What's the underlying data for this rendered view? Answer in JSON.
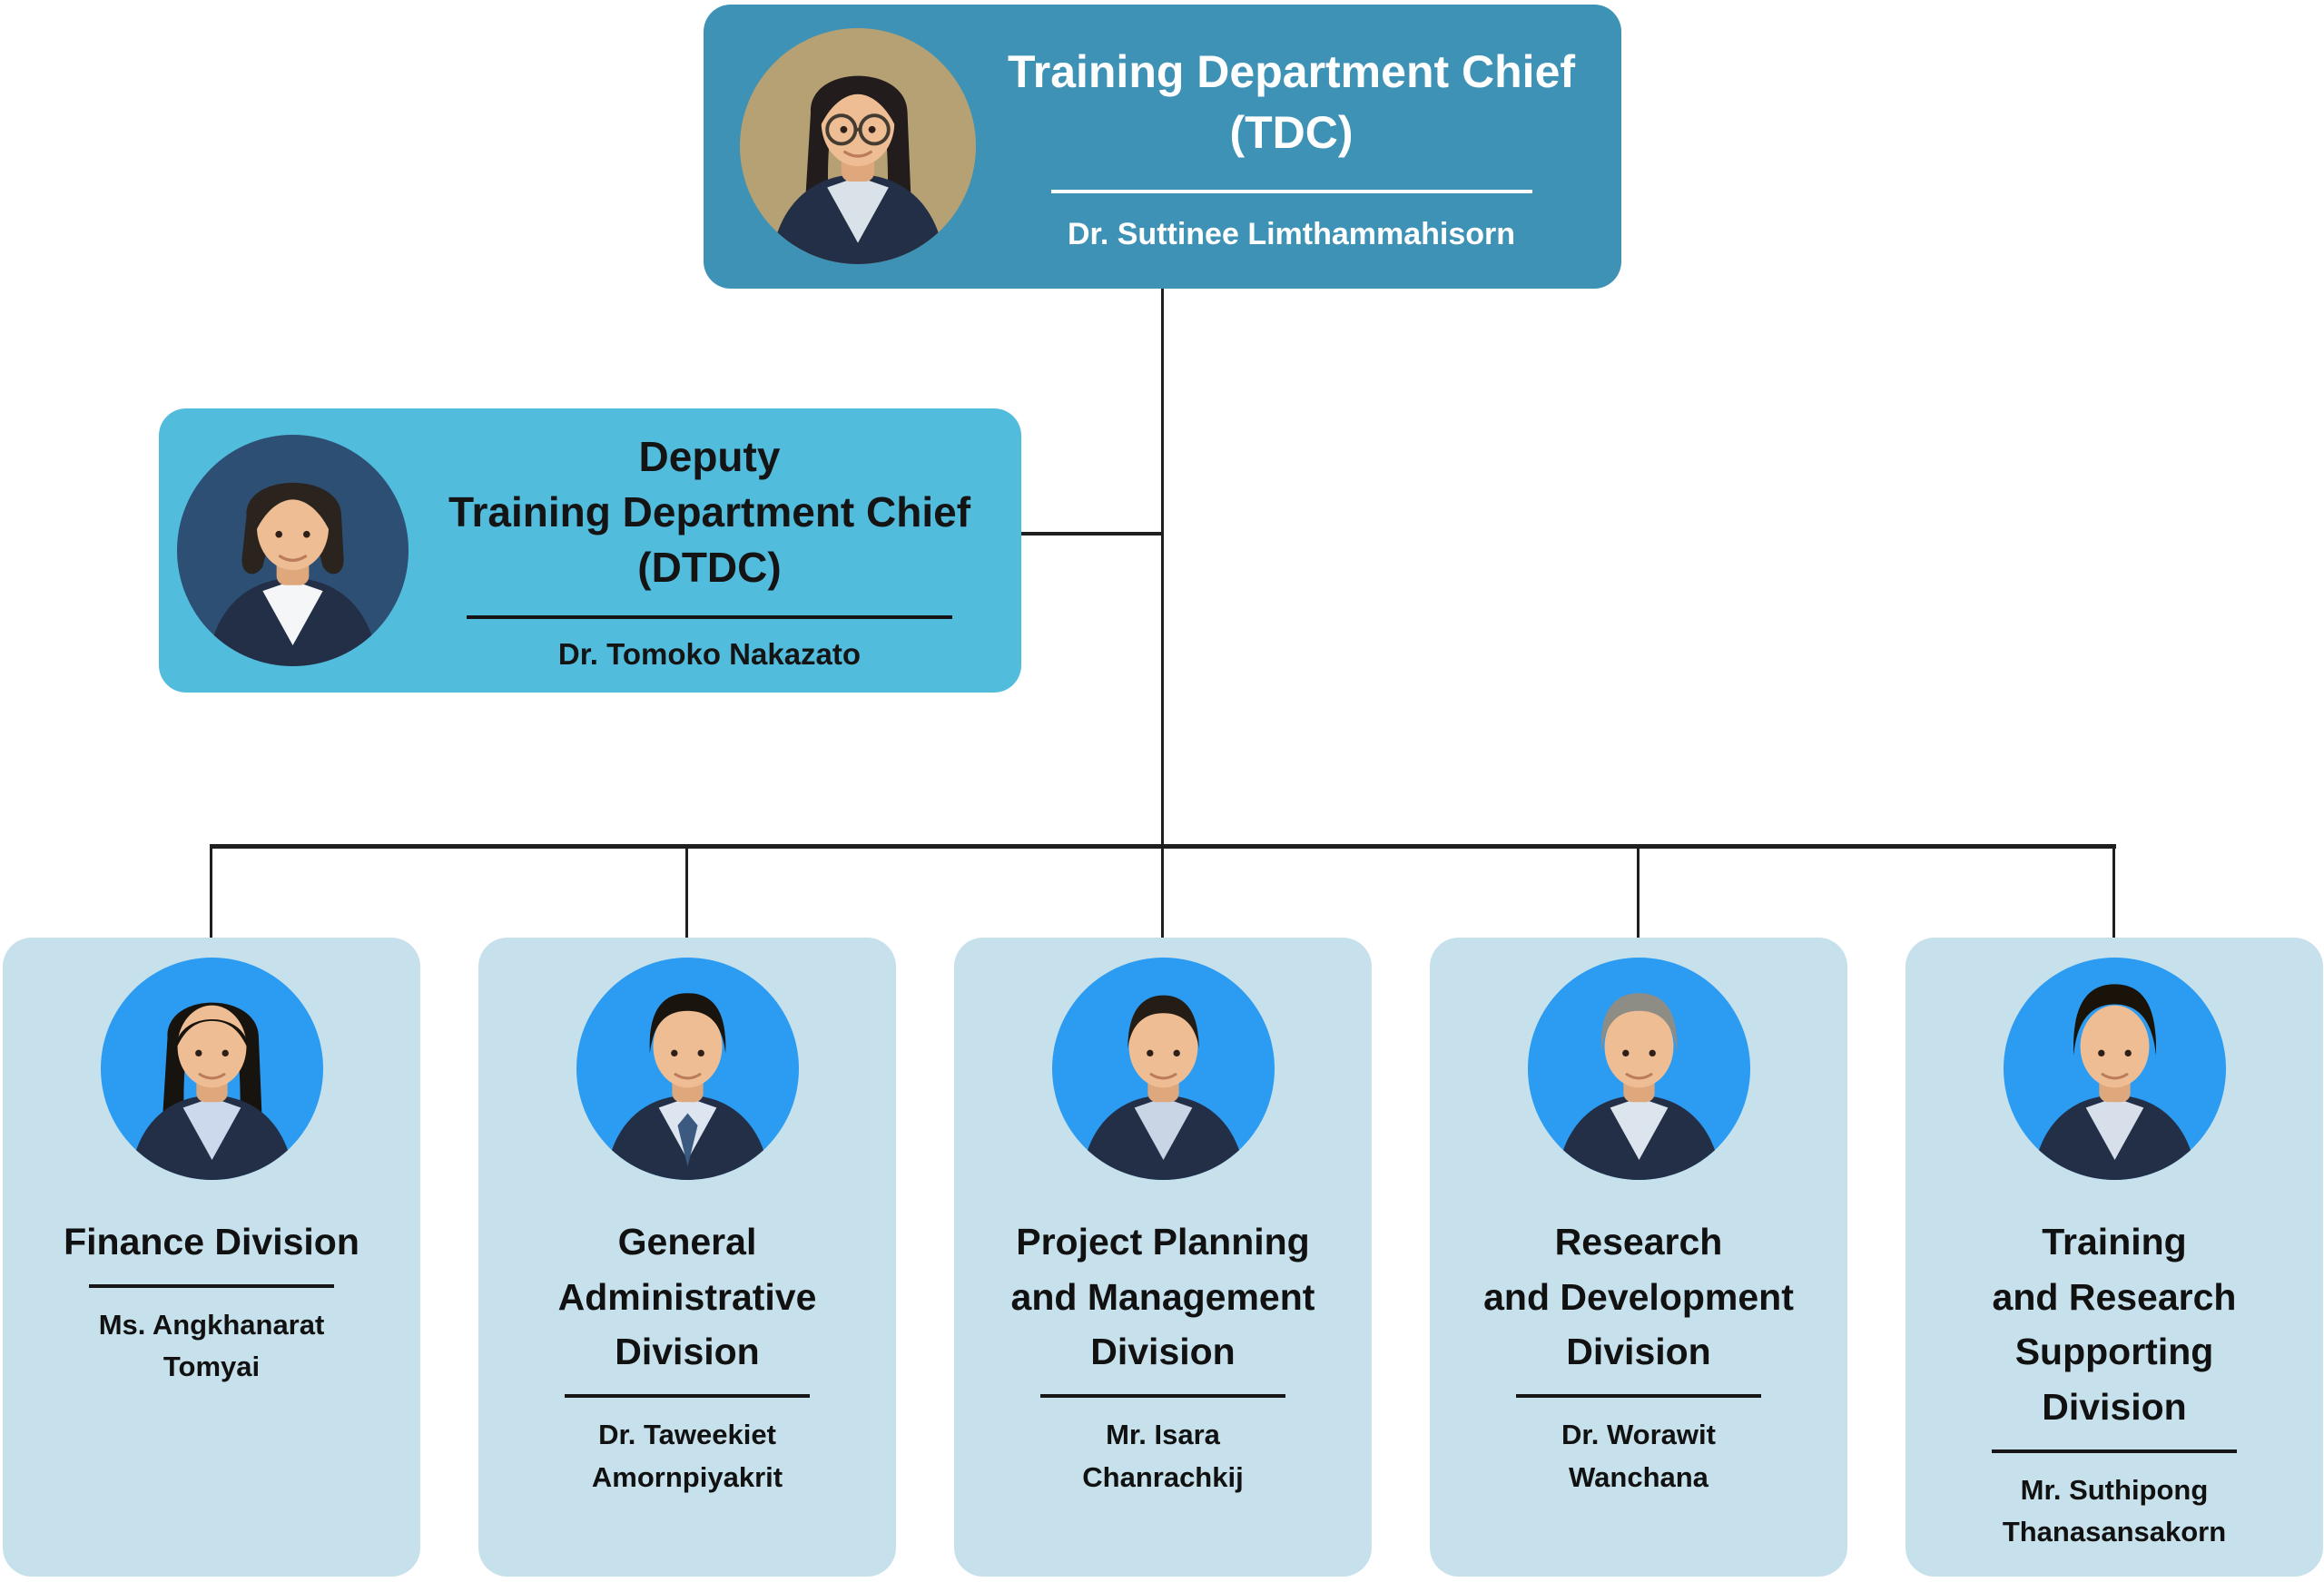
{
  "colors": {
    "root_box": "#3e92b5",
    "deputy_box": "#52bcdd",
    "division_box": "#c6e1eb",
    "root_text": "#ffffff",
    "dark_text": "#111111",
    "connector": "#1f1f1f",
    "photo_blue_background": "#2c9bf2"
  },
  "org": {
    "root": {
      "title": "Training Department Chief\n(TDC)",
      "name": "Dr. Suttinee Limthammahisorn",
      "photo": "woman-long-hair-glasses",
      "photo_bg": "#b5a173"
    },
    "deputy": {
      "title": "Deputy\nTraining Department Chief\n(DTDC)",
      "name": "Dr. Tomoko Nakazato",
      "photo": "woman-bob",
      "photo_bg": "#2d4f74"
    },
    "divisions": [
      {
        "title": "Finance Division",
        "name": "Ms. Angkhanarat\nTomyai",
        "photo": "woman-long-bangs",
        "photo_bg": "#2c9bf2"
      },
      {
        "title": "General\nAdministrative\nDivision",
        "name": "Dr. Taweekiet\nAmornpiyakrit",
        "photo": "man-short-hair-tie",
        "photo_bg": "#2c9bf2"
      },
      {
        "title": "Project Planning\nand Management\nDivision",
        "name": "Mr. Isara\nChanrachkij",
        "photo": "man-buzz-cut",
        "photo_bg": "#2c9bf2"
      },
      {
        "title": "Research\nand Development\nDivision",
        "name": "Dr. Worawit\nWanchana",
        "photo": "man-gray-hair",
        "photo_bg": "#2c9bf2"
      },
      {
        "title": "Training\nand Research\nSupporting\nDivision",
        "name": "Mr. Suthipong\nThanasansakorn",
        "photo": "man-thick-hair",
        "photo_bg": "#2c9bf2"
      }
    ]
  }
}
